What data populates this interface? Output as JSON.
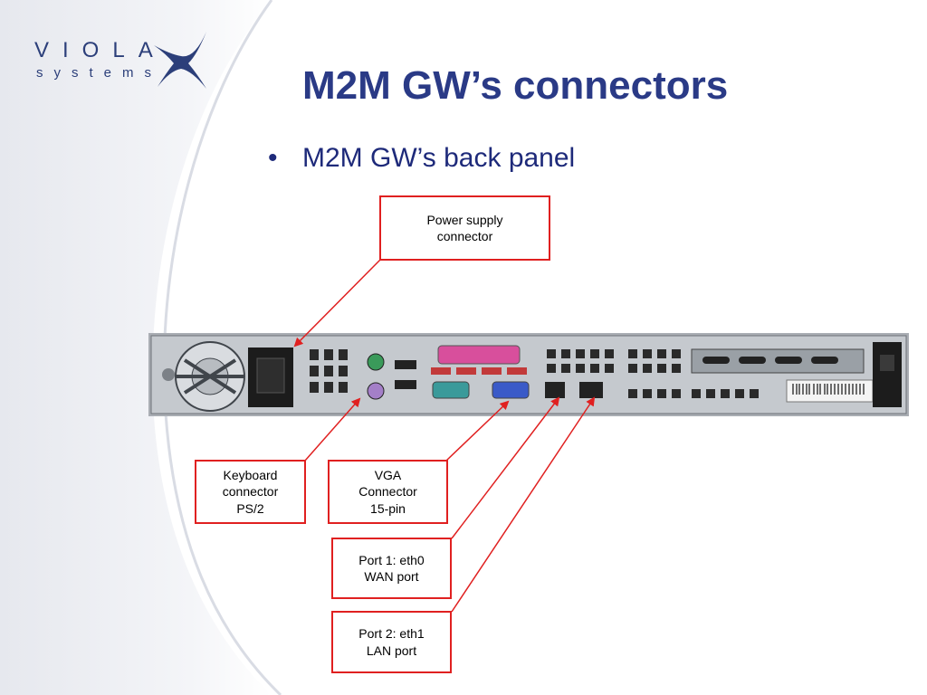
{
  "logo": {
    "word": "VIOLA",
    "sub": "systems"
  },
  "slide": {
    "title": "M2M GW’s connectors",
    "bullet": "M2M GW’s back panel"
  },
  "callouts": {
    "power": [
      "Power supply",
      "connector"
    ],
    "keyboard": [
      "Keyboard",
      "connector",
      "PS/2"
    ],
    "vga": [
      "VGA",
      "Connector",
      "15-pin"
    ],
    "port1": [
      "Port 1: eth0",
      "WAN port"
    ],
    "port2": [
      "Port 2: eth1",
      "LAN port"
    ]
  },
  "colors": {
    "title": "#2a3a86",
    "callout_border": "#e02020",
    "arrow": "#e02020"
  }
}
